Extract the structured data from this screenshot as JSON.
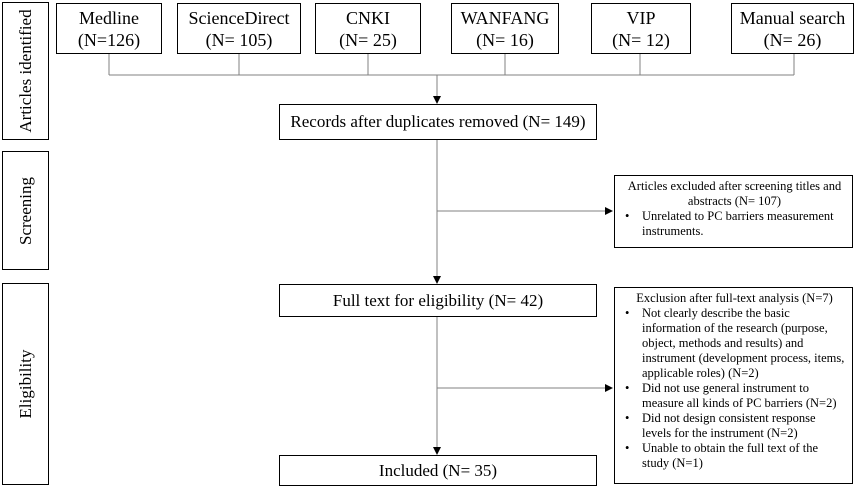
{
  "phases": {
    "identified": "Articles identified",
    "screening": "Screening",
    "eligibility": "Eligibility"
  },
  "sources": [
    {
      "name": "Medline",
      "count": "(N=126)"
    },
    {
      "name": "ScienceDirect",
      "count": "(N= 105)"
    },
    {
      "name": "CNKI",
      "count": "(N= 25)"
    },
    {
      "name": "WANFANG",
      "count": "(N= 16)"
    },
    {
      "name": "VIP",
      "count": "(N= 12)"
    },
    {
      "name": "Manual search",
      "count": "(N= 26)"
    }
  ],
  "records_after_duplicates": "Records after duplicates removed (N= 149)",
  "full_text": "Full text for eligibility (N= 42)",
  "included": "Included (N= 35)",
  "screening_exclusion": {
    "header": "Articles excluded after screening titles and abstracts (N= 107)",
    "items": [
      "Unrelated to PC barriers measurement instruments."
    ]
  },
  "eligibility_exclusion": {
    "header": "Exclusion after full-text analysis (N=7)",
    "items": [
      "Not clearly describe the basic information of the research (purpose, object, methods and results) and instrument (development process, items, applicable roles) (N=2)",
      "Did not use general instrument to measure all kinds of PC barriers (N=2)",
      "Did not design consistent response levels for the instrument (N=2)",
      "Unable to obtain the full text of the study (N=1)"
    ]
  }
}
